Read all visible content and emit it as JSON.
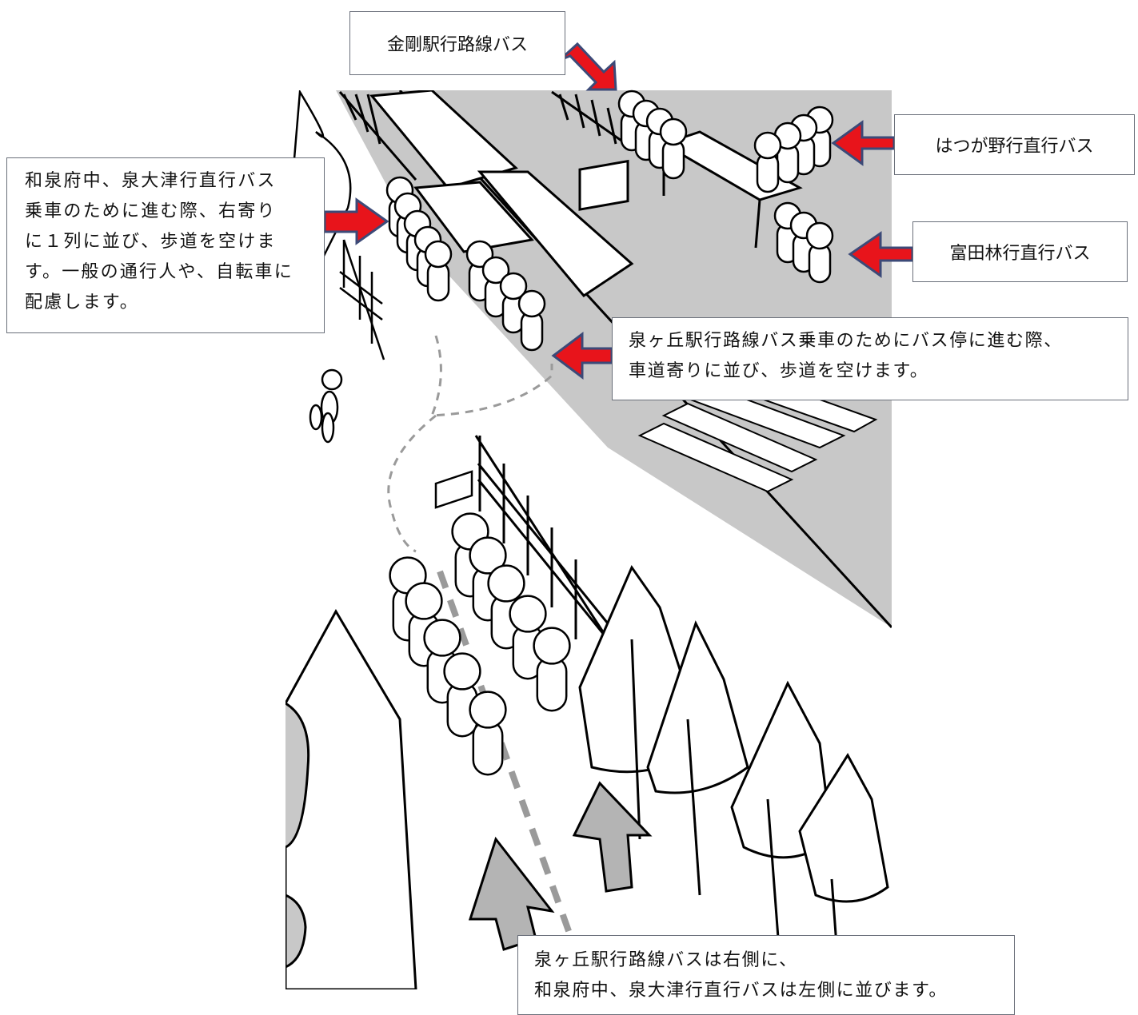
{
  "callouts": {
    "kongo": "金剛駅行路線バス",
    "hatsugano": "はつが野行直行バス",
    "tondabayashi": "富田林行直行バス",
    "izumi_fuchu": [
      "和泉府中、泉大津行直行バス",
      "乗車のために進む際、右寄り",
      "に１列に並び、歩道を空けま",
      "す。一般の通行人や、自転車に",
      "配慮します。"
    ],
    "izumigaoka": [
      "泉ヶ丘駅行路線バス乗車のためにバス停に進む際、",
      "車道寄りに並び、歩道を空けます。"
    ],
    "bottom": [
      "泉ヶ丘駅行路線バスは右側に、",
      "和泉府中、泉大津行直行バスは左側に並びます。"
    ]
  },
  "colors": {
    "road": "#c8c8c8",
    "arrow_red": "#e8141b",
    "arrow_outline": "#3c4a78",
    "walk_arrow": "#b4b4b4",
    "line": "#000000",
    "dashed_path": "#9a9a9a"
  },
  "icons": [
    "red-arrow-icon",
    "person-icon",
    "bicycle-icon",
    "walk-direction-arrow-icon"
  ]
}
